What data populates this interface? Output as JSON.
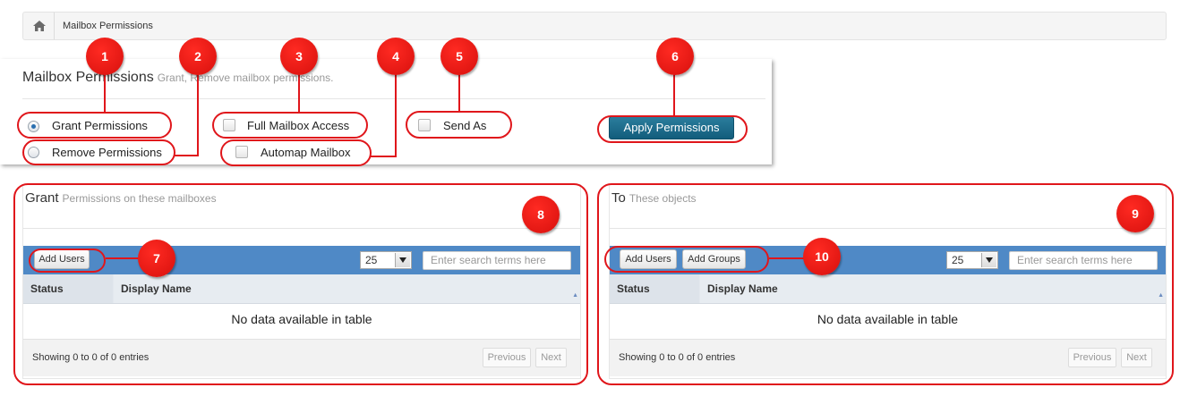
{
  "breadcrumb": {
    "home_icon": "home-icon",
    "current": "Mailbox Permissions"
  },
  "permissions_panel": {
    "title": "Mailbox Permissions",
    "subtitle": "Grant, Remove mailbox permissions.",
    "options": {
      "grant": "Grant Permissions",
      "remove": "Remove Permissions",
      "full_access": "Full Mailbox Access",
      "automap": "Automap Mailbox",
      "send_as": "Send As"
    },
    "selected_action": "Grant Permissions",
    "apply_label": "Apply Permissions"
  },
  "grant_panel": {
    "title": "Grant",
    "subtitle": "Permissions on these mailboxes",
    "add_users_label": "Add Users",
    "page_size": "25",
    "search_placeholder": "Enter search terms here",
    "columns": [
      "Status",
      "Display Name"
    ],
    "empty_text": "No data available in table",
    "info_text": "Showing 0 to 0 of 0 entries",
    "previous_label": "Previous",
    "next_label": "Next"
  },
  "to_panel": {
    "title": "To",
    "subtitle": "These objects",
    "add_users_label": "Add Users",
    "add_groups_label": "Add Groups",
    "page_size": "25",
    "search_placeholder": "Enter search terms here",
    "columns": [
      "Status",
      "Display Name"
    ],
    "empty_text": "No data available in table",
    "info_text": "Showing 0 to 0 of 0 entries",
    "previous_label": "Previous",
    "next_label": "Next"
  },
  "callouts": [
    "1",
    "2",
    "3",
    "4",
    "5",
    "6",
    "7",
    "8",
    "9",
    "10"
  ],
  "colors": {
    "annotation": "#e0161b",
    "toolbar": "#4f89c6",
    "apply_button": "#1d6e8f"
  }
}
